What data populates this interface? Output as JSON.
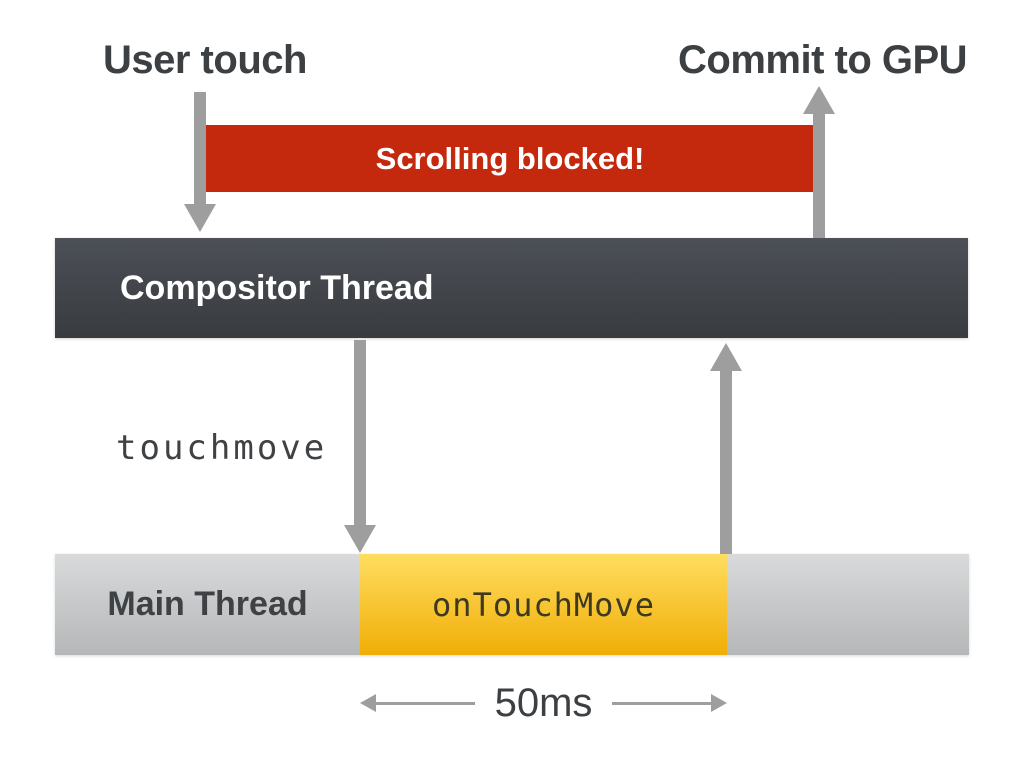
{
  "diagram": {
    "title_left": "User touch",
    "title_right": "Commit to GPU",
    "banner_text": "Scrolling blocked!",
    "compositor_label": "Compositor Thread",
    "event_label": "touchmove",
    "main_label": "Main Thread",
    "handler_label": "onTouchMove",
    "duration_label": "50ms"
  },
  "colors": {
    "banner_red": "#c5290d",
    "compositor_top": "#4c5057",
    "compositor_bottom": "#383b3f",
    "main_top": "#d8dadb",
    "main_bottom": "#b5b7b8",
    "handler_top": "#ffdd61",
    "handler_bottom": "#f0ae06",
    "arrow_gray": "#9e9e9e",
    "text_dark": "#3c4043"
  }
}
